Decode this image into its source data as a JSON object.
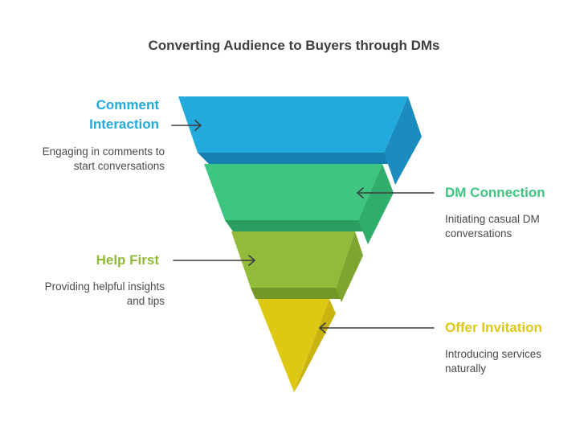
{
  "title": "Converting Audience to Buyers through DMs",
  "stages": [
    {
      "title_lines": [
        "Comment",
        "Interaction"
      ],
      "description_lines": [
        "Engaging in comments to",
        "start conversations"
      ],
      "color": "#22aadd",
      "side_color": "#1a8cc0",
      "bottom_color": "#1580b0"
    },
    {
      "title_lines": [
        "DM Connection"
      ],
      "description_lines": [
        "Initiating casual DM",
        "conversations"
      ],
      "color": "#3ec57f",
      "side_color": "#2fae6b",
      "bottom_color": "#2a9e60"
    },
    {
      "title_lines": [
        "Help First"
      ],
      "description_lines": [
        "Providing helpful insights",
        "and tips"
      ],
      "color": "#92bb3a",
      "side_color": "#7ea52d",
      "bottom_color": "#739827"
    },
    {
      "title_lines": [
        "Offer Invitation"
      ],
      "description_lines": [
        "Introducing services",
        "naturally"
      ],
      "color": "#dfc814",
      "side_color": "#c8b30f",
      "bottom_color": "#b8a50c"
    }
  ],
  "arrow_color": "#3c3c3c"
}
